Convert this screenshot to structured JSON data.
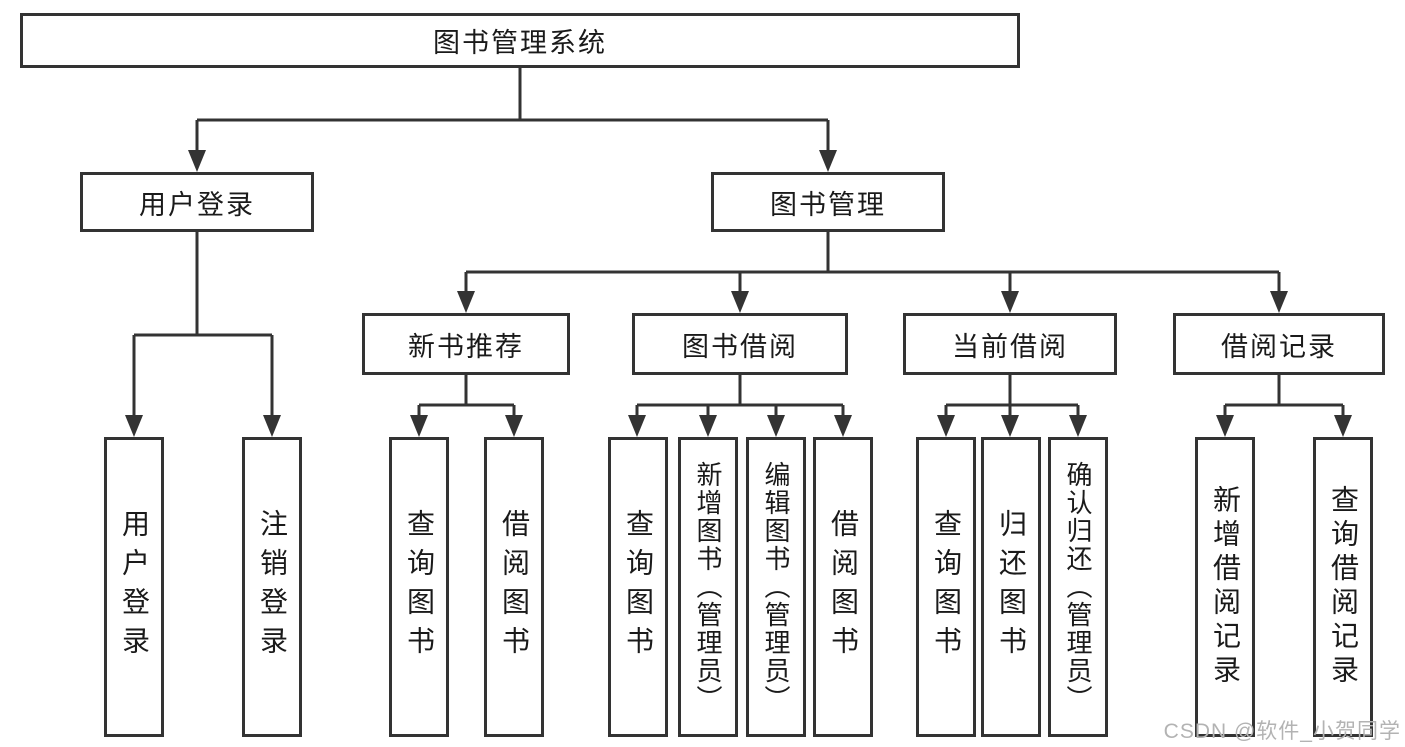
{
  "diagram": {
    "nodes": {
      "root": "图书管理系统",
      "user_login": "用户登录",
      "book_mgmt": "图书管理",
      "new_book_rec": "新书推荐",
      "book_borrow": "图书借阅",
      "current_borrow": "当前借阅",
      "borrow_records": "借阅记录",
      "leaf_user_login": "用户登录",
      "leaf_logout": "注销登录",
      "leaf_query_book_1": "查询图书",
      "leaf_borrow_book_1": "借阅图书",
      "leaf_query_book_2": "查询图书",
      "leaf_add_book_admin": "新增图书（管理员）",
      "leaf_edit_book_admin": "编辑图书（管理员）",
      "leaf_borrow_book_2": "借阅图书",
      "leaf_query_book_3": "查询图书",
      "leaf_return_book": "归还图书",
      "leaf_confirm_return_admin": "确认归还（管理员）",
      "leaf_add_borrow_record": "新增借阅记录",
      "leaf_query_borrow_record": "查询借阅记录"
    },
    "watermark": "CSDN @软件_小贺同学",
    "colors": {
      "line": "#333333",
      "text": "#1a1a1a",
      "background": "#ffffff",
      "watermark": "#b3b3b3"
    }
  }
}
